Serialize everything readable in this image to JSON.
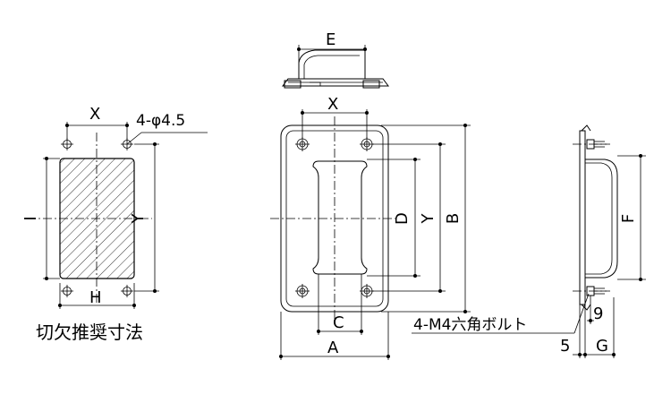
{
  "labels": {
    "cutout": {
      "x": "X",
      "h": "H",
      "i": "I",
      "y": "Y",
      "holes": "4-φ4.5",
      "caption": "切欠推奨寸法"
    },
    "front": {
      "e": "E",
      "x": "X",
      "d": "D",
      "y": "Y",
      "b": "B",
      "c": "C",
      "a": "A"
    },
    "side": {
      "f": "F",
      "nine": "9",
      "five": "5",
      "g": "G",
      "bolt": "4-M4六角ボルト"
    }
  },
  "colors": {
    "line": "#000000",
    "hatch": "#000000",
    "background": "#ffffff"
  }
}
